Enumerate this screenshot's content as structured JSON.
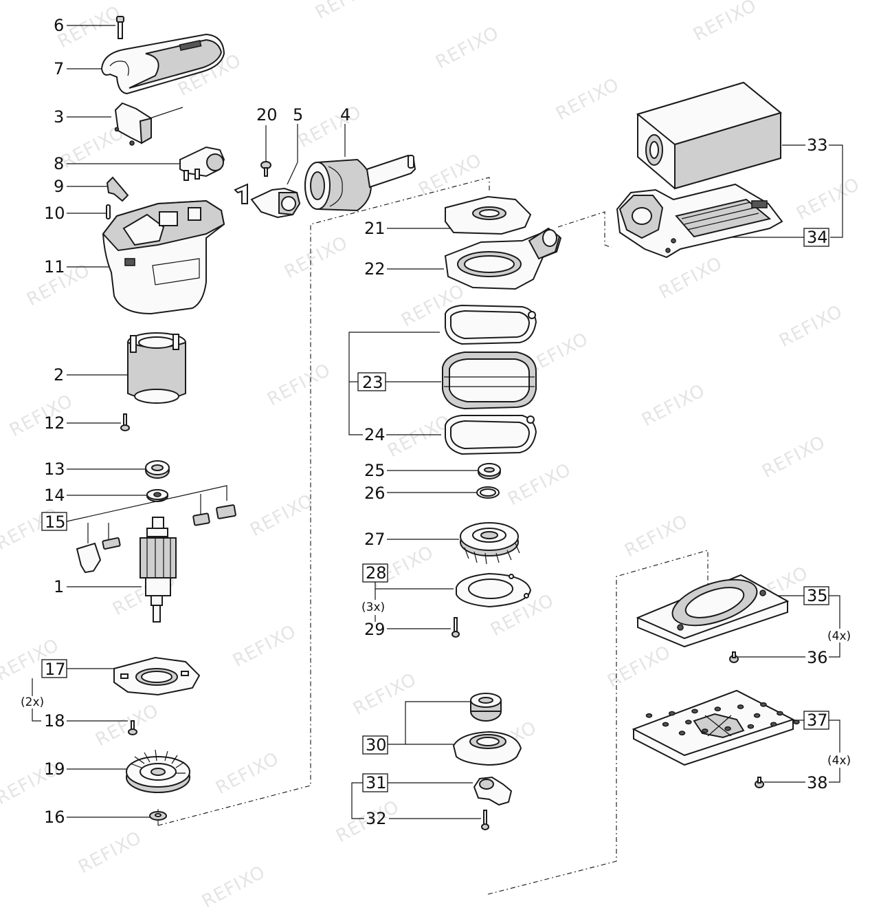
{
  "watermark": "REFIXO",
  "callouts": {
    "c1": "1",
    "c2": "2",
    "c3": "3",
    "c4": "4",
    "c5": "5",
    "c6": "6",
    "c7": "7",
    "c8": "8",
    "c9": "9",
    "c10": "10",
    "c11": "11",
    "c12": "12",
    "c13": "13",
    "c14": "14",
    "c15": "15",
    "c16": "16",
    "c17": "17",
    "c18": "18",
    "c19": "19",
    "c20": "20",
    "c21": "21",
    "c22": "22",
    "c23": "23",
    "c24": "24",
    "c25": "25",
    "c26": "26",
    "c27": "27",
    "c28": "28",
    "c29": "29",
    "c30": "30",
    "c31": "31",
    "c32": "32",
    "c33": "33",
    "c34": "34",
    "c35": "35",
    "c36": "36",
    "c37": "37",
    "c38": "38"
  },
  "quantities": {
    "q17": "(2x)",
    "q28": "(3x)",
    "q35": "(4x)",
    "q37": "(4x)"
  },
  "colors": {
    "line": "#111111",
    "part_fill": "#fafafa",
    "part_shade": "#cfcfcf",
    "watermark": "#e4e4e4"
  }
}
